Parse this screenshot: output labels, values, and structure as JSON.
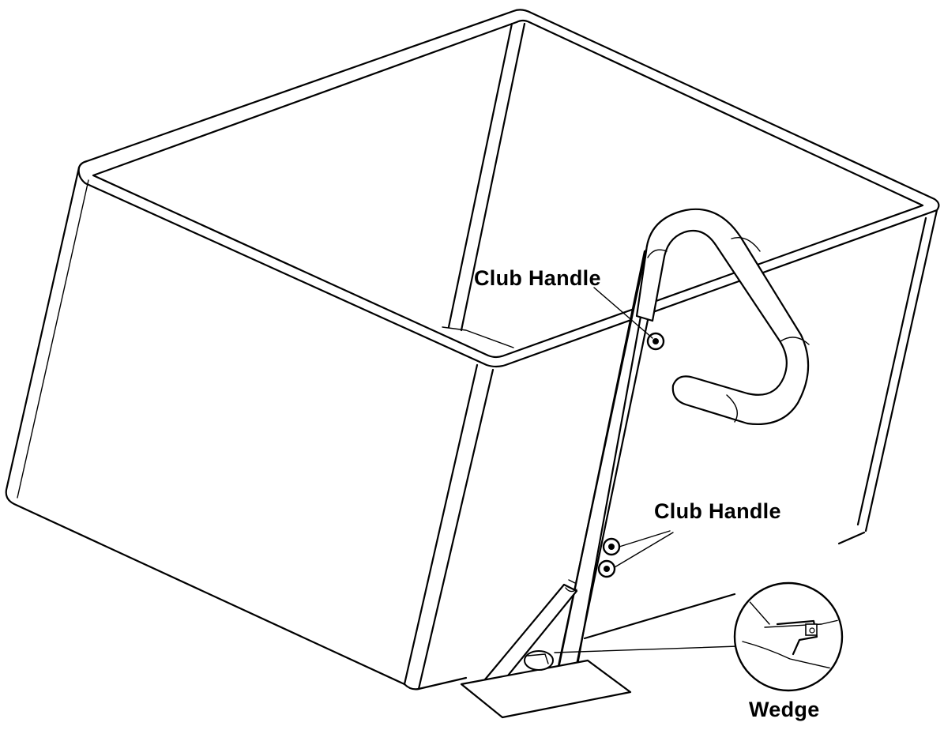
{
  "labels": {
    "club_handle_upper": "Club Handle",
    "club_handle_lower": "Club Handle",
    "wedge": "Wedge"
  },
  "colors": {
    "line": "#000000",
    "background": "#ffffff"
  }
}
